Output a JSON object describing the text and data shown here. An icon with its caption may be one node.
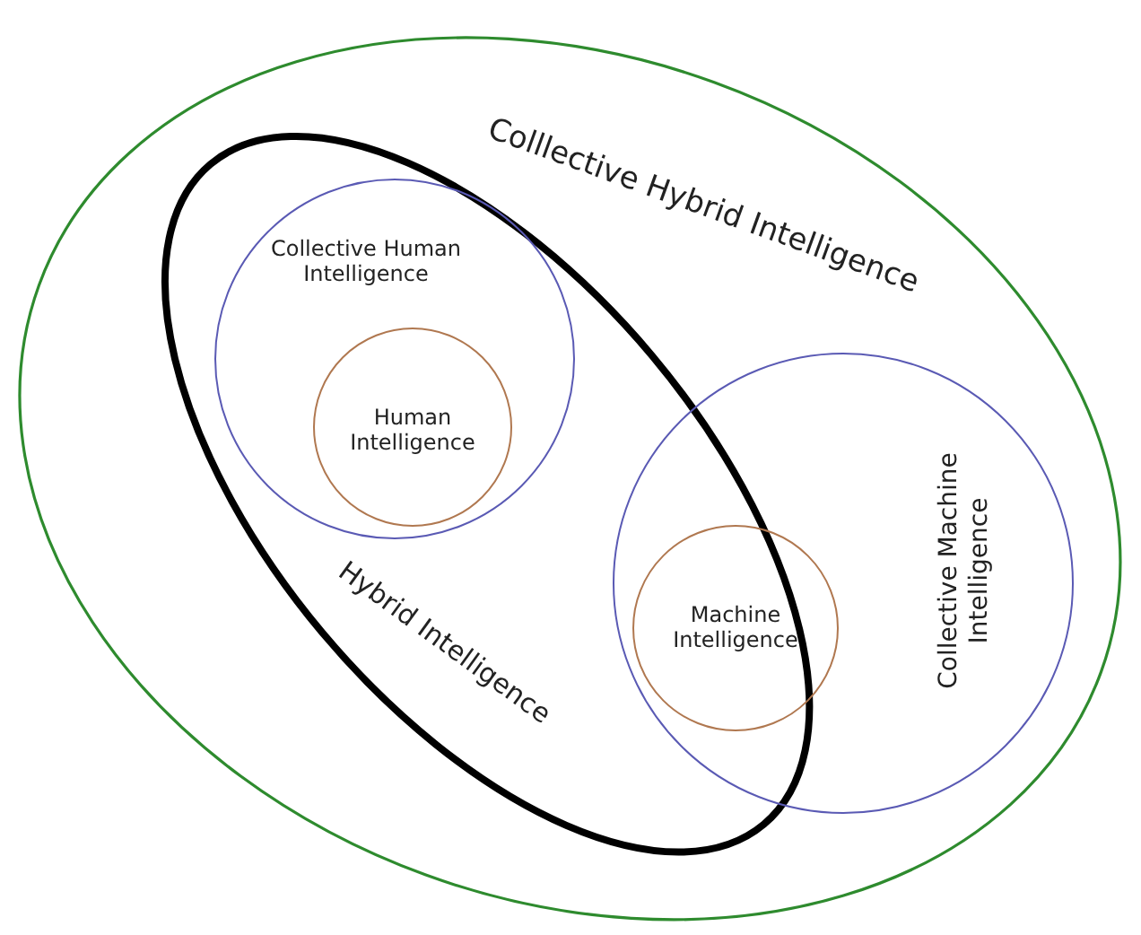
{
  "diagram": {
    "nodes": [
      {
        "text": [
          "Colllective Hybrid Intelligence"
        ]
      },
      {
        "text": [
          "Hybrid Intelligence"
        ],
        "in": 0
      },
      {
        "text": [
          "Collective Human Intelligence"
        ],
        "in": 1
      },
      {
        "text": [
          "Human Intelligence"
        ],
        "in": 2
      },
      {
        "text": [
          "Collective Machine Intelligence"
        ],
        "in": 0
      },
      {
        "text": [
          "Machine Intelligence"
        ],
        "in": 4
      }
    ]
  }
}
